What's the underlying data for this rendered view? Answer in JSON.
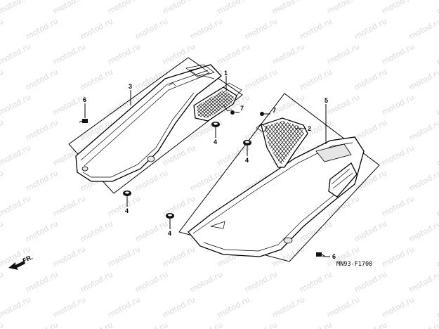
{
  "diagram_code": "MN93-F1700",
  "direction_label": "FR.",
  "watermark_text": "motod.ru",
  "callouts": [
    "1",
    "2",
    "3",
    "4",
    "4",
    "4",
    "4",
    "5",
    "6",
    "6",
    "7",
    "7"
  ]
}
